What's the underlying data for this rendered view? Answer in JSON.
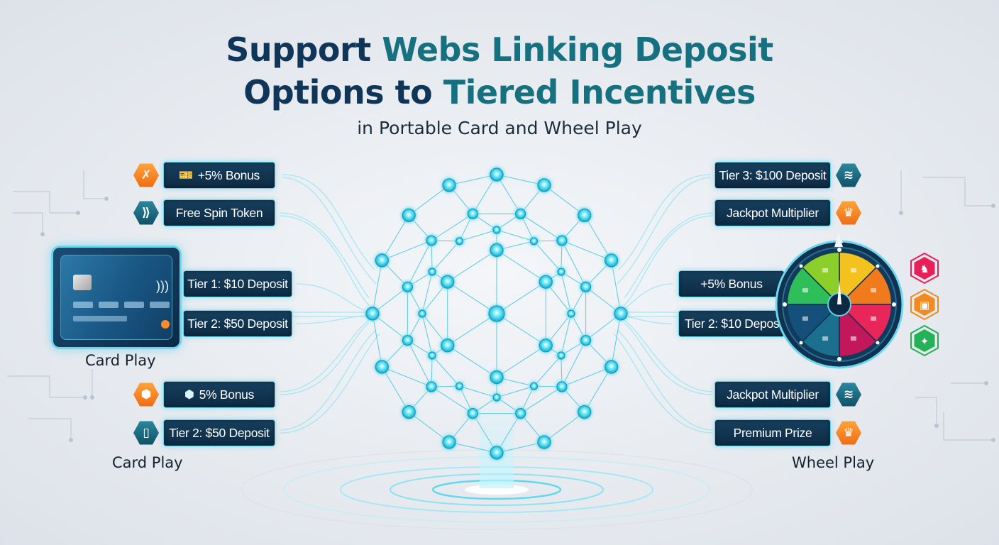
{
  "title": {
    "line1_a": "Support",
    "line1_b": "Webs Linking Deposit",
    "line2_a": "Options to",
    "line2_b": "Tiered Incentives",
    "subtitle": "in Portable Card and Wheel Play"
  },
  "left": {
    "top_labels": [
      {
        "text": "+5% Bonus",
        "inline_icon": "🎫",
        "hex_icon": "✗",
        "hex_color": "orange",
        "icon_name": "ticket-icon"
      },
      {
        "text": "Free Spin Token",
        "hex_icon": "⟫",
        "hex_color": "teal",
        "icon_name": "wave-icon"
      }
    ],
    "card_labels": [
      {
        "text": "Tier 1: $10 Deposit"
      },
      {
        "text": "Tier 2: $50 Deposit"
      }
    ],
    "bottom_labels": [
      {
        "text": "5% Bonus",
        "inline_icon": "⬢",
        "hex_icon": "⬢",
        "hex_color": "orange",
        "icon_name": "coin-icon"
      },
      {
        "text": "Tier 2: $50 Deposit",
        "hex_icon": "▯",
        "hex_color": "teal",
        "icon_name": "token-icon"
      }
    ],
    "caption_card": "Card Play",
    "caption_bottom": "Card Play"
  },
  "right": {
    "top_labels": [
      {
        "text": "Tier 3: $100 Deposit",
        "hex_icon": "≋",
        "hex_color": "teal",
        "icon_name": "waves-icon"
      },
      {
        "text": "Jackpot Multiplier",
        "hex_icon": "♛",
        "hex_color": "orange",
        "icon_name": "crown-icon"
      }
    ],
    "wheel_labels": [
      {
        "text": "+5% Bonus"
      },
      {
        "text": "Tier 2: $10 Deposit"
      }
    ],
    "bottom_labels": [
      {
        "text": "Jackpot Multiplier",
        "hex_icon": "≋",
        "hex_color": "teal",
        "icon_name": "waves-icon"
      },
      {
        "text": "Premium Prize",
        "hex_icon": "♛",
        "hex_color": "orange",
        "icon_name": "crown-icon"
      }
    ],
    "caption": "Wheel Play",
    "wheel_side_icons": [
      {
        "icon": "♞",
        "color": "#e8205a",
        "name": "wheel-side-red-icon"
      },
      {
        "icon": "▣",
        "color": "#f28a1d",
        "name": "wheel-side-orange-icon"
      },
      {
        "icon": "✦",
        "color": "#25b256",
        "name": "wheel-side-green-icon"
      }
    ]
  },
  "colors": {
    "title_dark": "#0f3558",
    "title_teal": "#15707f",
    "node": "#29d4ec",
    "box_bg": "#0d2a43",
    "box_border": "#5fd3e8"
  }
}
